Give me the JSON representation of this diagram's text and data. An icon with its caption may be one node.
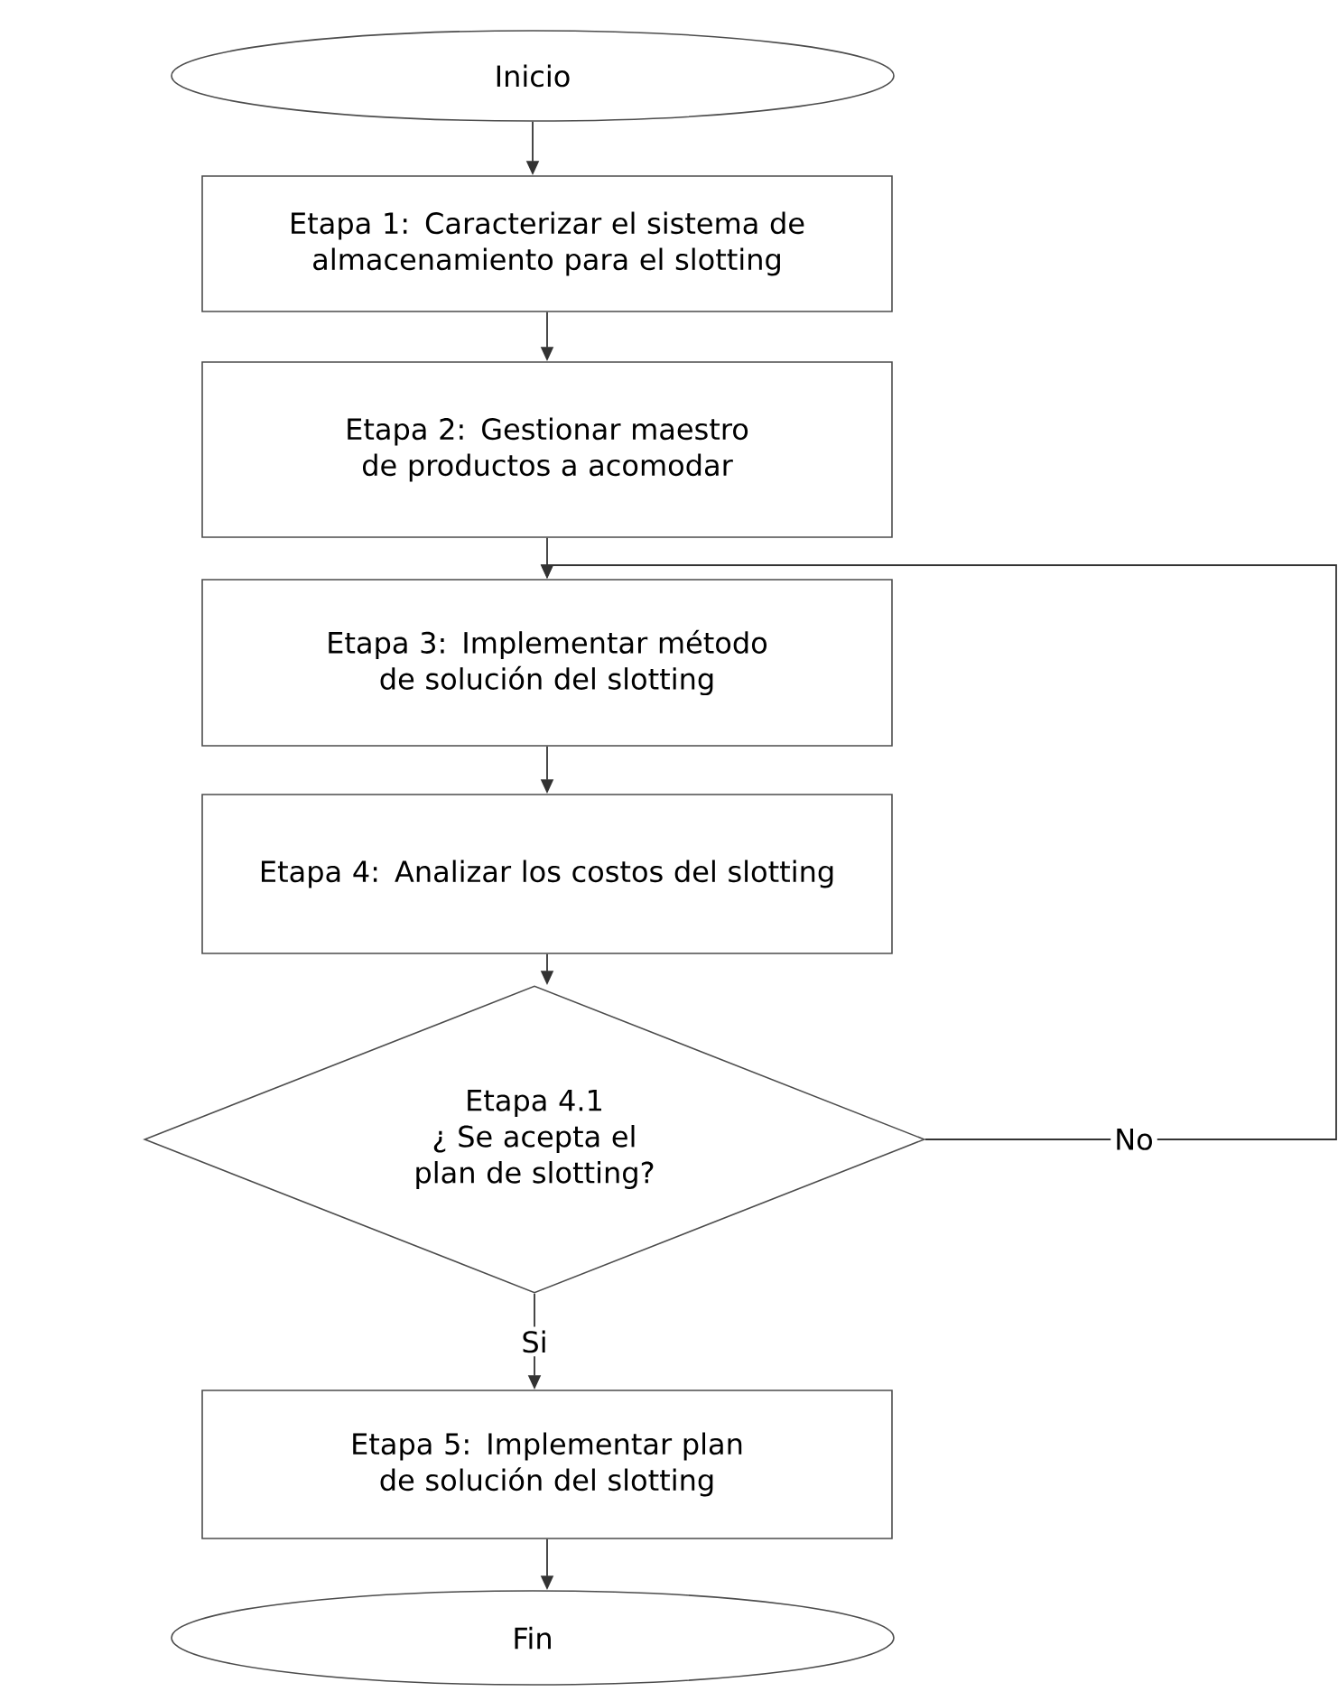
{
  "diagram": {
    "nodes": [
      {
        "text": [
          "Inicio"
        ]
      },
      {
        "text": [
          "Etapa 1: Caracterizar el sistema de almacenamiento para el slotting"
        ]
      },
      {
        "text": [
          "Etapa 2: Gestionar maestro de productos a acomodar"
        ]
      },
      {
        "text": [
          "Etapa 3: Implementar método de solución del slotting"
        ]
      },
      {
        "text": [
          "Etapa 4: Analizar los costos del slotting"
        ]
      },
      {
        "text": [
          "Etapa 4.1",
          "¿ Se acepta el plan de slotting?"
        ]
      },
      {
        "text": [
          "Etapa 5: Implementar plan de solución del slotting"
        ]
      },
      {
        "text": [
          "Fin"
        ]
      }
    ],
    "edges": [
      {
        "from": 0,
        "to": 1,
        "arrow": "to"
      },
      {
        "from": 1,
        "to": 2,
        "arrow": "to"
      },
      {
        "from": 2,
        "to": 3,
        "arrow": "to"
      },
      {
        "from": 3,
        "to": 4,
        "arrow": "to"
      },
      {
        "from": 4,
        "to": 5,
        "arrow": "to"
      },
      {
        "from": 5,
        "to": 6,
        "arrow": "to",
        "label": "Si"
      },
      {
        "from": 6,
        "to": 7,
        "arrow": "to"
      },
      {
        "from": 5,
        "to": 3,
        "arrow": "to",
        "label": "No"
      }
    ]
  }
}
